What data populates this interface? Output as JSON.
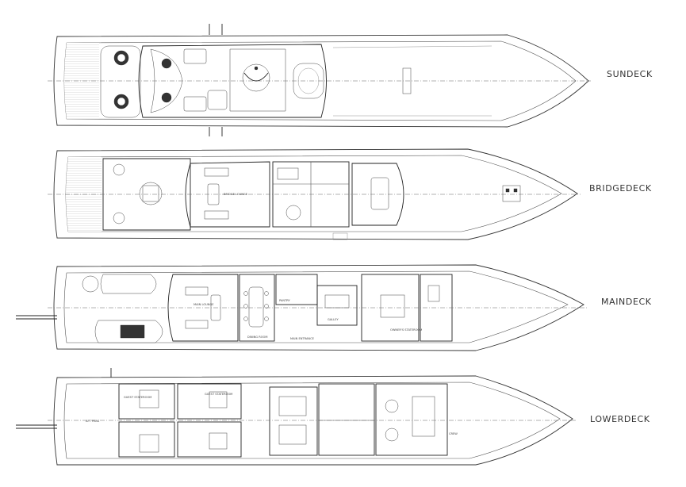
{
  "decks": [
    {
      "id": "sundeck",
      "label": "SUNDECK"
    },
    {
      "id": "bridgedeck",
      "label": "BRIDGEDECK"
    },
    {
      "id": "maindeck",
      "label": "MAINDECK"
    },
    {
      "id": "lowerdeck",
      "label": "LOWERDECK"
    }
  ],
  "rooms": {
    "bridge_lounge": "BRIDGE LOUNGE",
    "main_lounge": "MAIN LOUNGE",
    "dining_room": "DINING ROOM",
    "pantry": "PANTRY",
    "galley": "GALLEY",
    "main_entrance": "MAIN ENTRANCE",
    "owners_stateroom": "OWNER'S STATEROOM",
    "guest_stateroom": "GUEST STATEROOM",
    "aft_peak": "AFT PEAK",
    "crew": "CREW"
  }
}
